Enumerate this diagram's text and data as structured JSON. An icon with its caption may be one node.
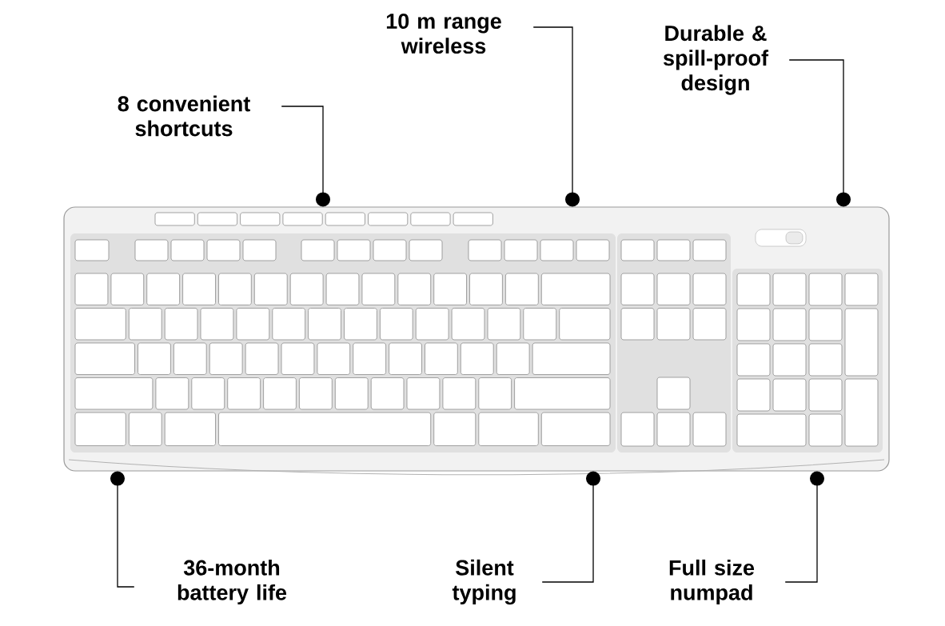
{
  "diagram": {
    "nodes": [
      {
        "text": [
          "8 convenient shortcuts"
        ]
      },
      {
        "text": [
          "10 m range wireless"
        ]
      },
      {
        "text": [
          "Durable & spill-proof design"
        ]
      },
      {
        "text": [
          "36-month battery life"
        ]
      },
      {
        "text": [
          "Silent typing"
        ]
      },
      {
        "text": [
          "Full size numpad"
        ]
      },
      {
        "text": [],
        "shape": "picture"
      }
    ],
    "edges": [
      {
        "from": 0,
        "to": 6,
        "arrow": "other"
      },
      {
        "from": 1,
        "to": 6,
        "arrow": "other"
      },
      {
        "from": 2,
        "to": 6,
        "arrow": "other"
      },
      {
        "from": 3,
        "to": 6,
        "arrow": "other"
      },
      {
        "from": 4,
        "to": 6,
        "arrow": "other"
      },
      {
        "from": 5,
        "to": 6,
        "arrow": "other"
      }
    ]
  }
}
